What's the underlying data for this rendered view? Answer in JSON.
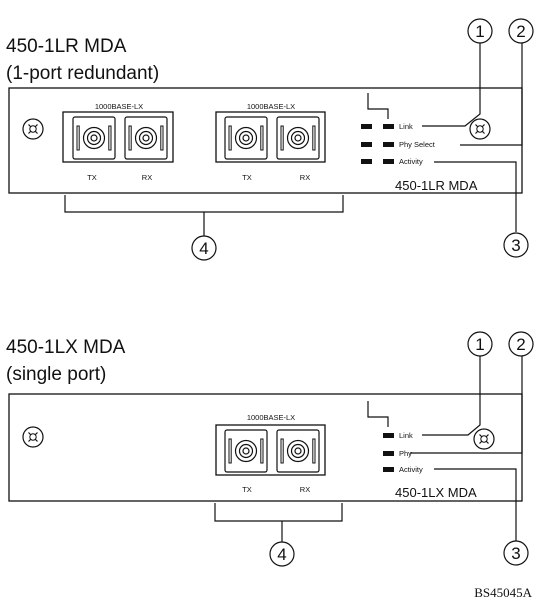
{
  "figure_id": "BS45045A",
  "top": {
    "title_line1": "450-1LR MDA",
    "title_line2": "(1-port redundant)",
    "port_left_label": "1000BASE-LX",
    "port_right_label": "1000BASE-LX",
    "tx": "TX",
    "rx": "RX",
    "led_link": "Link",
    "led_phy": "Phy Select",
    "led_activity": "Activity",
    "module_name": "450-1LR MDA",
    "callouts": [
      "1",
      "2",
      "3",
      "4"
    ]
  },
  "bottom": {
    "title_line1": "450-1LX MDA",
    "title_line2": "(single port)",
    "port_label": "1000BASE-LX",
    "tx": "TX",
    "rx": "RX",
    "led_link": "Link",
    "led_phy": "Phy",
    "led_activity": "Activity",
    "module_name": "450-1LX MDA",
    "callouts": [
      "1",
      "2",
      "3",
      "4"
    ]
  }
}
